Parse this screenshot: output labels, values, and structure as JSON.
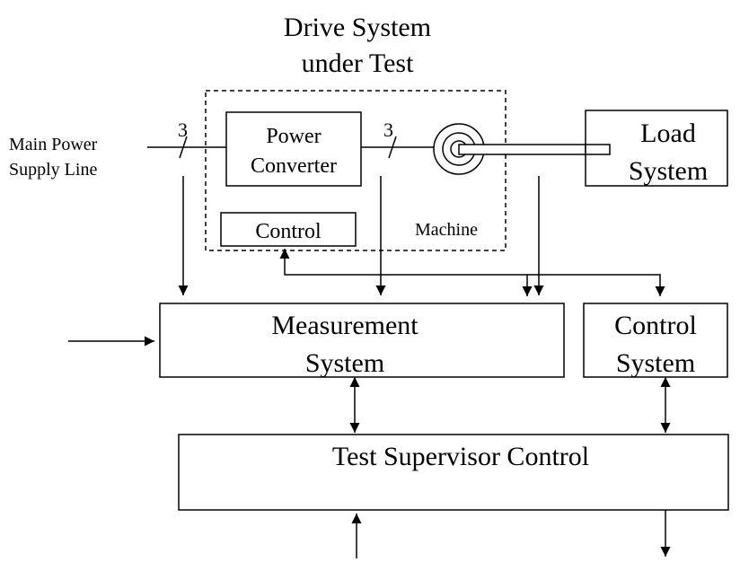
{
  "title": {
    "line1": "Drive System",
    "line2": "under Test"
  },
  "supply": {
    "line1": "Main Power",
    "line2": "Supply Line",
    "phase_count_in": "3",
    "phase_count_out": "3"
  },
  "blocks": {
    "power_converter": {
      "line1": "Power",
      "line2": "Converter"
    },
    "control": "Control",
    "machine": "Machine",
    "load": {
      "line1": "Load",
      "line2": "System"
    },
    "measurement": {
      "line1": "Measurement",
      "line2": "System"
    },
    "control_system": {
      "line1": "Control",
      "line2": "System"
    },
    "supervisor": "Test Supervisor Control"
  }
}
